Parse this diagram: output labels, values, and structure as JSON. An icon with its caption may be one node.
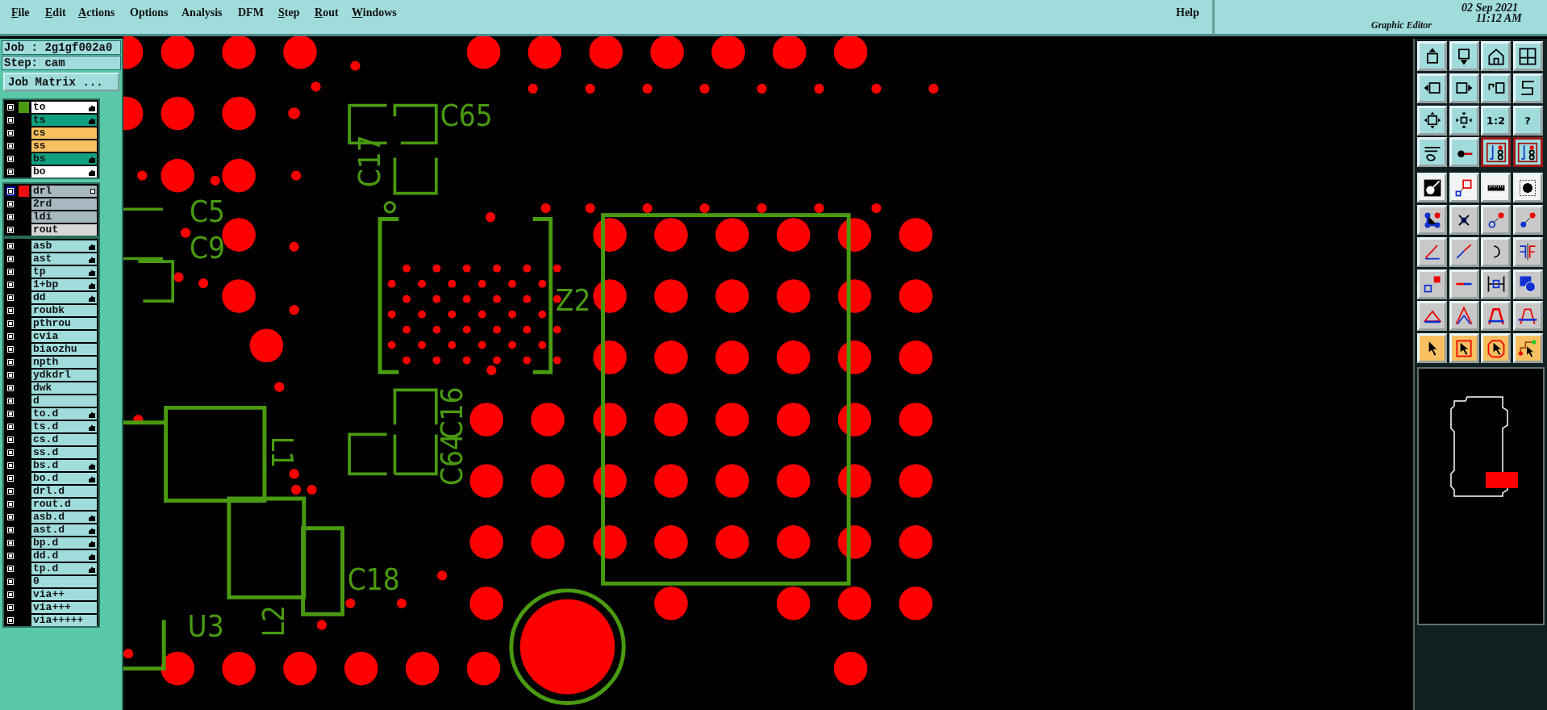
{
  "diagram": {
    "labels": [
      "File",
      "Edit",
      "Actions",
      "Options",
      "Analysis",
      "DFM",
      "Step",
      "Rout",
      "Windows",
      "Help",
      "02 Sep 2021",
      "11:12 AM",
      "Graphic Editor",
      "Job : 2g1gf002a0",
      "Step: cam",
      "Job Matrix ...",
      "to",
      "ts",
      "cs",
      "ss",
      "bs",
      "bo",
      "drl",
      "2rd",
      "ldi",
      "rout",
      "asb",
      "ast",
      "tp",
      "1+bp",
      "dd",
      "roubk",
      "pthrou",
      "cvia",
      "biaozhu",
      "npth",
      "ydkdrl",
      "dwk",
      "d",
      "to.d",
      "ts.d",
      "cs.d",
      "ss.d",
      "bs.d",
      "bo.d",
      "drl.d",
      "rout.d",
      "asb.d",
      "ast.d",
      "bp.d",
      "dd.d",
      "tp.d",
      "0",
      "via++",
      "via+++",
      "via+++++",
      "1:2",
      "?",
      "C65",
      "C17",
      "C5",
      "C9",
      "Z2",
      "L1",
      "C16",
      "C64",
      "C18",
      "U3",
      "L2"
    ]
  }
}
